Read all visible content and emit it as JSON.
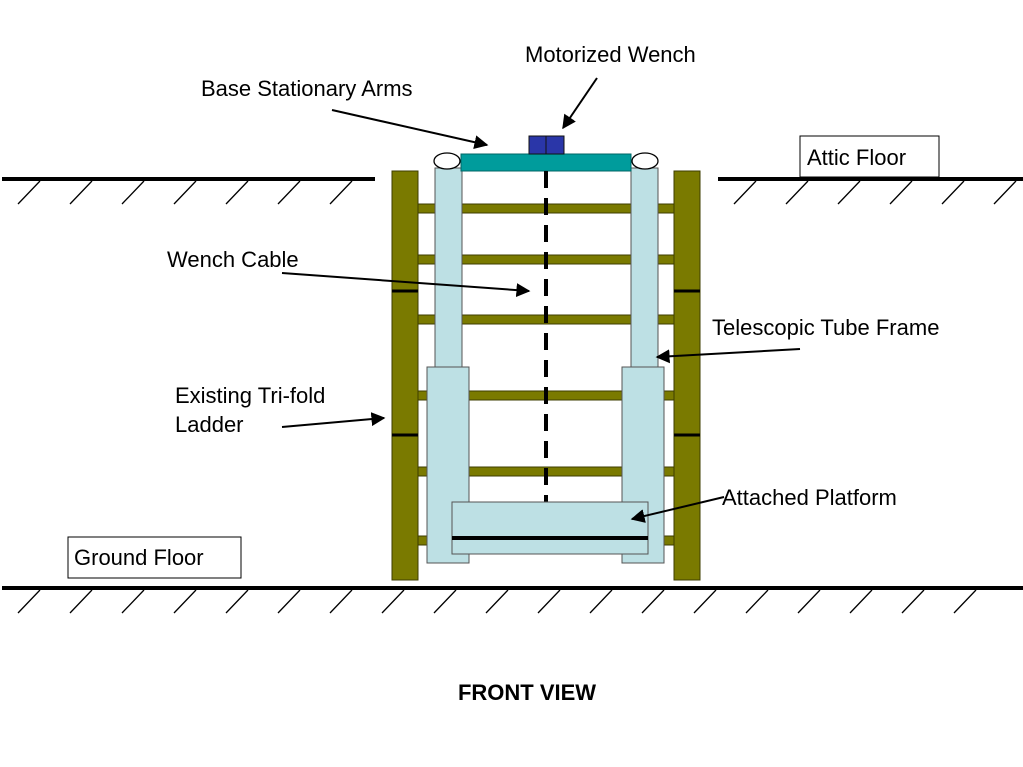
{
  "labels": {
    "motorized_wench": "Motorized Wench",
    "base_stationary_arms": "Base Stationary Arms",
    "attic_floor": "Attic Floor",
    "wench_cable": "Wench Cable",
    "telescopic_tube_frame": "Telescopic Tube Frame",
    "existing_ladder_line1": "Existing Tri-fold",
    "existing_ladder_line2": "Ladder",
    "attached_platform": "Attached Platform",
    "ground_floor": "Ground Floor"
  },
  "view_title": "FRONT VIEW",
  "colors": {
    "ladder": "#7a7a00",
    "tube_frame": "#bde0e4",
    "base_arm_bar": "#009c9c",
    "wench_motor": "#2a36a8",
    "line": "#000000"
  }
}
